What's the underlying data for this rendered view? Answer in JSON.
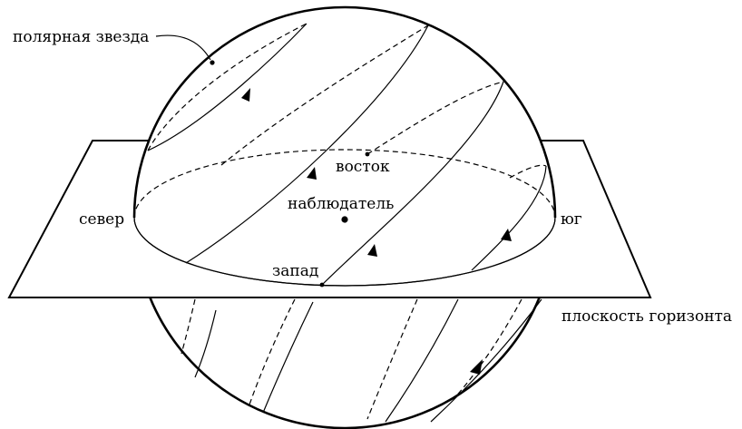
{
  "labels": {
    "polar_star": "полярная звезда",
    "east": "восток",
    "observer": "наблюдатель",
    "north": "север",
    "south": "юг",
    "west": "запад",
    "horizon_plane": "плоскость горизонта"
  },
  "colors": {
    "stroke": "#000000",
    "plane_fill": "#ffffff",
    "background": "#ffffff"
  }
}
